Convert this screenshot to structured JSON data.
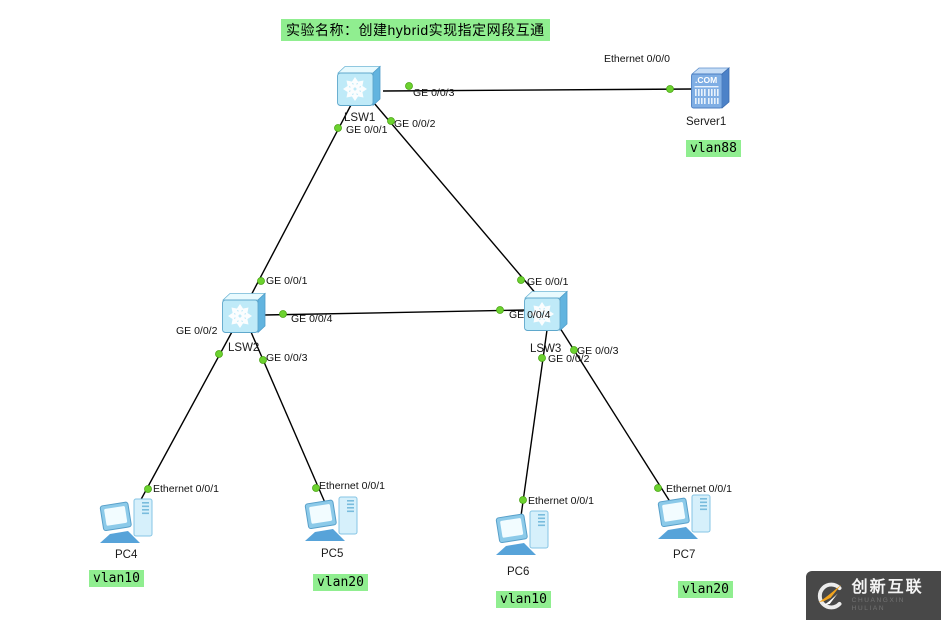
{
  "title": {
    "text": "实验名称：创建hybrid实现指定网段互通"
  },
  "colors": {
    "highlight_green": "#90EE90",
    "link_line": "#000000",
    "port_dot": "#6CD22F",
    "device_blue": "#A9E2F5",
    "watermark_bg": "#3D3D3D",
    "watermark_orange": "#F2A41E"
  },
  "devices": {
    "lsw1": {
      "label": "LSW1",
      "type": "switch"
    },
    "lsw2": {
      "label": "LSW2",
      "type": "switch"
    },
    "lsw3": {
      "label": "LSW3",
      "type": "switch"
    },
    "server1": {
      "label": "Server1",
      "type": "server",
      "vlan": "vlan88"
    },
    "pc4": {
      "label": "PC4",
      "type": "pc",
      "vlan": "vlan10"
    },
    "pc5": {
      "label": "PC5",
      "type": "pc",
      "vlan": "vlan20"
    },
    "pc6": {
      "label": "PC6",
      "type": "pc",
      "vlan": "vlan10"
    },
    "pc7": {
      "label": "PC7",
      "type": "pc",
      "vlan": "vlan20"
    }
  },
  "ports": {
    "lsw1_ge003": "GE 0/0/3",
    "lsw1_ge001": "GE 0/0/1",
    "lsw1_ge002": "GE 0/0/2",
    "lsw2_ge001": "GE 0/0/1",
    "lsw2_ge004": "GE 0/0/4",
    "lsw2_ge002": "GE 0/0/2",
    "lsw2_ge003": "GE 0/0/3",
    "lsw3_ge001": "GE 0/0/1",
    "lsw3_ge004": "GE 0/0/4",
    "lsw3_ge002": "GE 0/0/2",
    "lsw3_ge003": "GE 0/0/3",
    "server1_eth000": "Ethernet 0/0/0",
    "pc4_eth001": "Ethernet 0/0/1",
    "pc5_eth001": "Ethernet 0/0/1",
    "pc6_eth001": "Ethernet 0/0/1",
    "pc7_eth001": "Ethernet 0/0/1"
  },
  "links": [
    {
      "from": "LSW1",
      "from_port": "GE 0/0/3",
      "to": "Server1",
      "to_port": "Ethernet 0/0/0"
    },
    {
      "from": "LSW1",
      "from_port": "GE 0/0/1",
      "to": "LSW2",
      "to_port": "GE 0/0/1"
    },
    {
      "from": "LSW1",
      "from_port": "GE 0/0/2",
      "to": "LSW3",
      "to_port": "GE 0/0/1"
    },
    {
      "from": "LSW2",
      "from_port": "GE 0/0/4",
      "to": "LSW3",
      "to_port": "GE 0/0/4"
    },
    {
      "from": "LSW2",
      "from_port": "GE 0/0/2",
      "to": "PC4",
      "to_port": "Ethernet 0/0/1"
    },
    {
      "from": "LSW2",
      "from_port": "GE 0/0/3",
      "to": "PC5",
      "to_port": "Ethernet 0/0/1"
    },
    {
      "from": "LSW3",
      "from_port": "GE 0/0/2",
      "to": "PC6",
      "to_port": "Ethernet 0/0/1"
    },
    {
      "from": "LSW3",
      "from_port": "GE 0/0/3",
      "to": "PC7",
      "to_port": "Ethernet 0/0/1"
    }
  ],
  "watermark": {
    "brand": "创新互联",
    "subtitle": "CHUANGXIN HULIAN"
  }
}
